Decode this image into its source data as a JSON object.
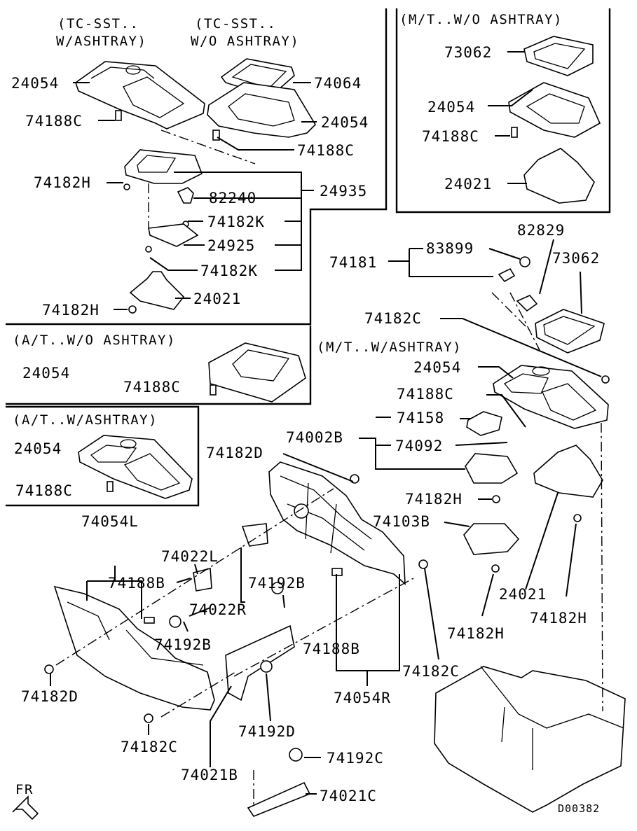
{
  "diagram": {
    "code": "D00382",
    "direction": "FR",
    "captions": {
      "tc_sst_ashtray_1": "(TC-SST..",
      "tc_sst_ashtray_2": "W/ASHTRAY)",
      "tc_sst_no_ashtray_1": "(TC-SST..",
      "tc_sst_no_ashtray_2": "W/O ASHTRAY)",
      "mt_no_ashtray": "(M/T..W/O ASHTRAY)",
      "at_no_ashtray": "(A/T..W/O ASHTRAY)",
      "at_ashtray": "(A/T..W/ASHTRAY)",
      "mt_ashtray": "(M/T..W/ASHTRAY)"
    },
    "labels": {
      "p24054_a": "24054",
      "p74188C_a": "74188C",
      "p74064": "74064",
      "p24054_b": "24054",
      "p74188C_b": "74188C",
      "p74182H_a": "74182H",
      "p82240": "82240",
      "p24935": "24935",
      "p74182K_a": "74182K",
      "p24925": "24925",
      "p74182K_b": "74182K",
      "p24021_a": "24021",
      "p74182H_b": "74182H",
      "p73062_a": "73062",
      "p24054_c": "24054",
      "p74188C_c": "74188C",
      "p24021_b": "24021",
      "p82829": "82829",
      "p83899": "83899",
      "p74181": "74181",
      "p73062_b": "73062",
      "p74182C_a": "74182C",
      "p24054_d": "24054",
      "p74188C_d": "74188C",
      "p24054_e": "24054",
      "p74188C_e": "74188C",
      "p24054_f": "24054",
      "p74188C_f": "74188C",
      "p74158": "74158",
      "p74092": "74092",
      "p74002B": "74002B",
      "p74182D_a": "74182D",
      "p74182H_c": "74182H",
      "p74103B": "74103B",
      "p74054L": "74054L",
      "p74022L": "74022L",
      "p74188B_a": "74188B",
      "p74192B_a": "74192B",
      "p74022R": "74022R",
      "p74192B_b": "74192B",
      "p24021_c": "24021",
      "p74182H_d": "74182H",
      "p74182H_e": "74182H",
      "p74188B_b": "74188B",
      "p74182C_b": "74182C",
      "p74054R": "74054R",
      "p74182D_b": "74182D",
      "p74182C_c": "74182C",
      "p74192D": "74192D",
      "p74192C": "74192C",
      "p74021B": "74021B",
      "p74021C": "74021C"
    }
  }
}
